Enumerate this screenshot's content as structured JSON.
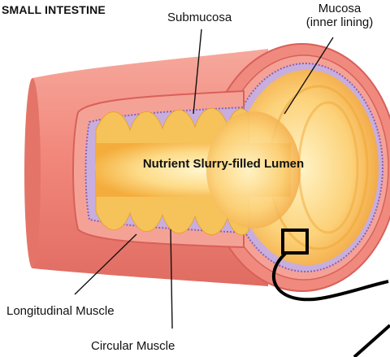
{
  "title": "SMALL INTESTINE",
  "labels": {
    "submucosa": "Submucosa",
    "mucosa_line1": "Mucosa",
    "mucosa_line2": "(inner lining)",
    "lumen": "Nutrient Slurry-filled Lumen",
    "longitudinal": "Longitudinal Muscle",
    "circular": "Circular Muscle"
  },
  "colors": {
    "outer_muscle": "#f08a7e",
    "muscle_dark": "#d9605a",
    "submucosa": "#b79ad4",
    "mucosa": "#f6c35a",
    "lumen": "#fde9a8",
    "arrow": "#000000"
  },
  "icons": {
    "zoom_box": "magnify-region-box",
    "zoom_arrow": "curved-arrow"
  }
}
